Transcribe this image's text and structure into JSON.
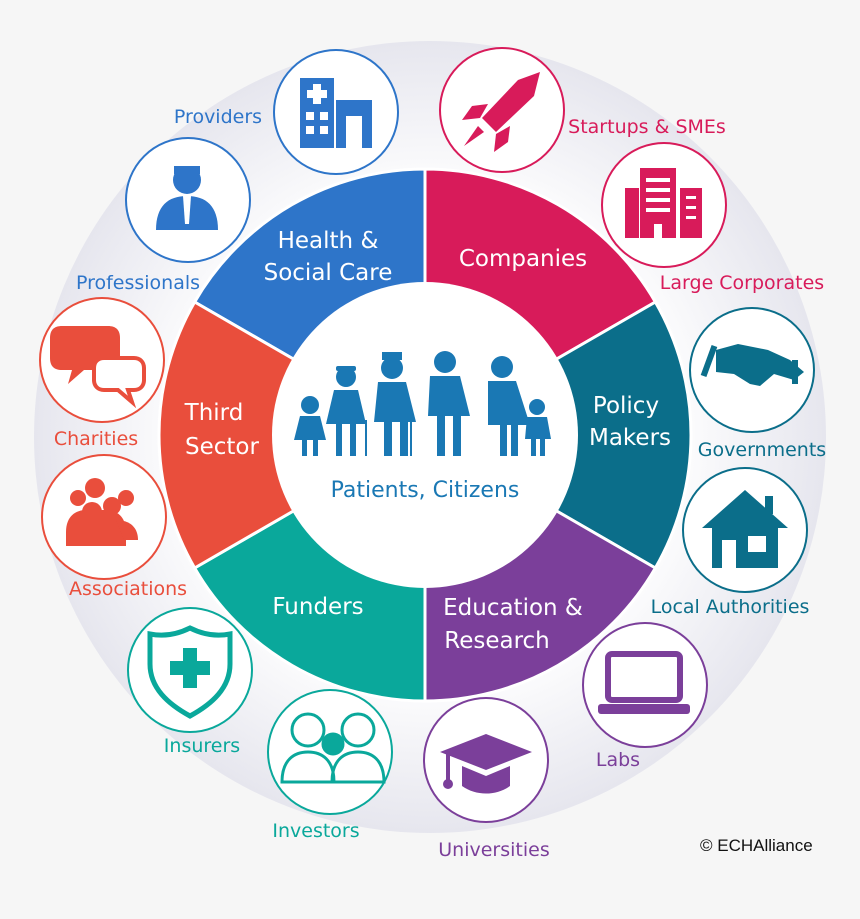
{
  "center": {
    "label": "Patients, Citizens",
    "color": "#1a78b4"
  },
  "segments": [
    {
      "id": "health",
      "line1": "Health &",
      "line2": "Social Care",
      "color": "#2e75c9"
    },
    {
      "id": "companies",
      "line1": "Companies",
      "line2": "",
      "color": "#d81b5a"
    },
    {
      "id": "policy",
      "line1": "Policy",
      "line2": "Makers",
      "color": "#0b6e8a"
    },
    {
      "id": "education",
      "line1": "Education &",
      "line2": "Research",
      "color": "#7b3f9a"
    },
    {
      "id": "funders",
      "line1": "Funders",
      "line2": "",
      "color": "#0aa89b"
    },
    {
      "id": "third",
      "line1": "Third",
      "line2": "Sector",
      "color": "#e94e3c"
    }
  ],
  "stakeholders": [
    {
      "label": "Providers",
      "icon": "hospital-icon",
      "color": "#2e75c9"
    },
    {
      "label": "Startups & SMEs",
      "icon": "rocket-icon",
      "color": "#d81b5a"
    },
    {
      "label": "Large Corporates",
      "icon": "office-buildings-icon",
      "color": "#d81b5a"
    },
    {
      "label": "Governments",
      "icon": "handshake-icon",
      "color": "#0b6e8a"
    },
    {
      "label": "Local Authorities",
      "icon": "house-icon",
      "color": "#0b6e8a"
    },
    {
      "label": "Labs",
      "icon": "laptop-icon",
      "color": "#7b3f9a"
    },
    {
      "label": "Universities",
      "icon": "graduation-cap-icon",
      "color": "#7b3f9a"
    },
    {
      "label": "Investors",
      "icon": "investors-icon",
      "color": "#0aa89b"
    },
    {
      "label": "Insurers",
      "icon": "shield-cross-icon",
      "color": "#0aa89b"
    },
    {
      "label": "Associations",
      "icon": "group-icon",
      "color": "#e94e3c"
    },
    {
      "label": "Charities",
      "icon": "speech-bubbles-icon",
      "color": "#e94e3c"
    },
    {
      "label": "Professionals",
      "icon": "doctor-icon",
      "color": "#2e75c9"
    }
  ],
  "copyright": "© ECHAlliance"
}
